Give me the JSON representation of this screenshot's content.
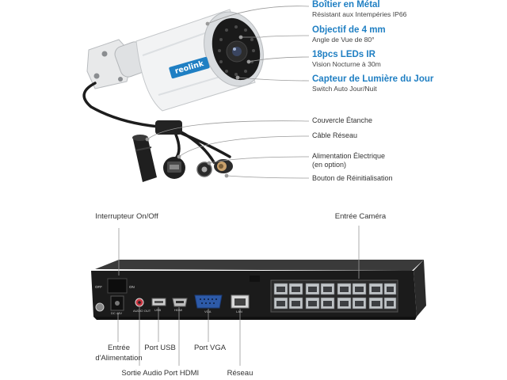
{
  "features": [
    {
      "title": "Boîtier en Métal",
      "subtitle": "Résistant aux Intempéries IP66"
    },
    {
      "title": "Objectif de 4 mm",
      "subtitle": "Angle de Vue de 80°"
    },
    {
      "title": "18pcs LEDs IR",
      "subtitle": "Vision Nocturne à 30m"
    },
    {
      "title": "Capteur de Lumière du Jour",
      "subtitle": "Switch Auto Jour/Nuit"
    }
  ],
  "cables": [
    "Couvercle Étanche",
    "Câble Réseau",
    "Alimentation Électrique",
    "(en option)",
    "Bouton de Réinitialisation"
  ],
  "camera": {
    "brand": "reolink"
  },
  "nvr": {
    "top_labels": {
      "power_switch": "Interrupteur On/Off",
      "camera_input": "Entrée Caméra"
    },
    "bottom_labels": {
      "power_input_1": "Entrée",
      "power_input_2": "d'Alimentation",
      "usb": "Port USB",
      "vga": "Port VGA",
      "audio_out": "Sortie Audio",
      "hdmi": "Port HDMI",
      "network": "Réseau"
    },
    "panel_text": {
      "off": "OFF",
      "on": "ON",
      "dc": "DC 48V",
      "audio": "AUDIO OUT",
      "usb": "USB",
      "hdmi": "HDMI",
      "vga": "VGA",
      "lan": "LAN"
    }
  },
  "colors": {
    "accent": "#1f7fc3",
    "nvr_body": "#1b1b1b",
    "camera_body": "#f2f3f4",
    "port_blue": "#2d5aa8"
  }
}
